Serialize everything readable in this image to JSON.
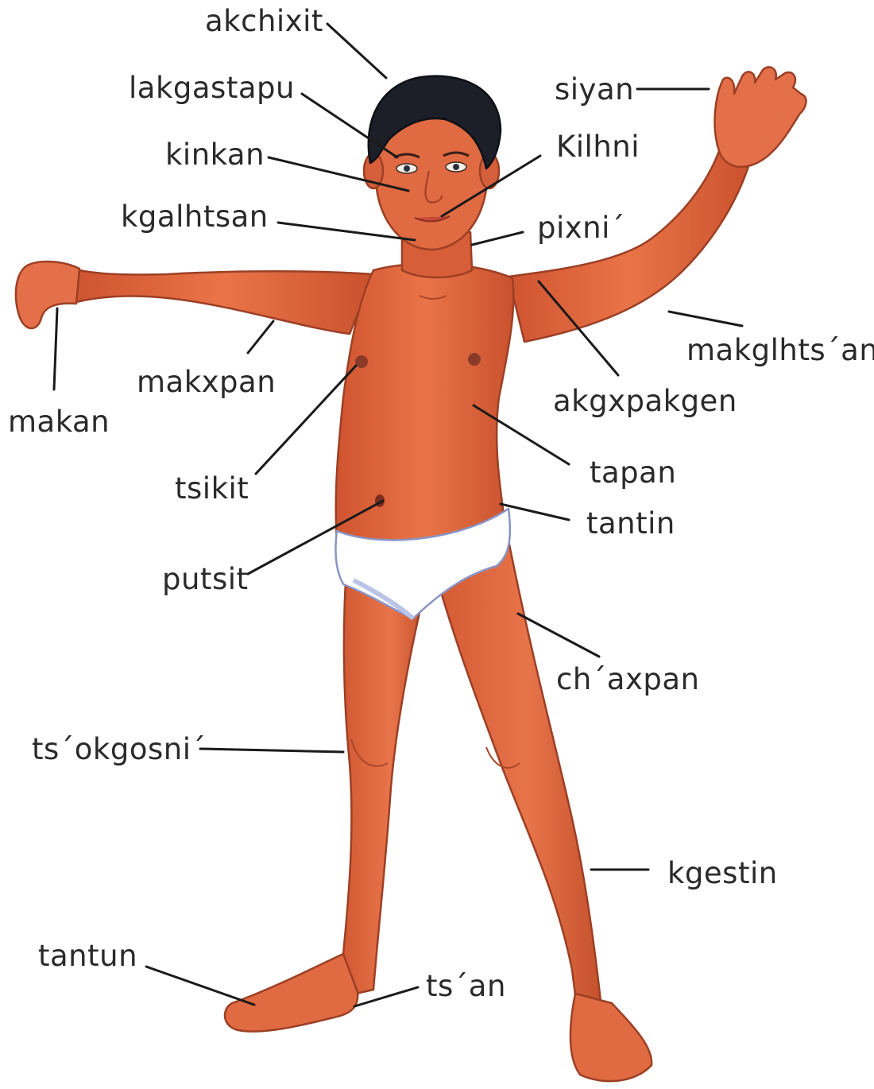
{
  "diagram": {
    "colors": {
      "skin": "#e0683f",
      "skin_shadow": "#b8482a",
      "skin_light": "#f08a5e",
      "hair": "#1c1f28",
      "briefs": "#ffffff",
      "briefs_shade": "#b9c4e6",
      "leader_line": "#1a1a1a",
      "label_text": "#2a2a2a"
    },
    "labels": {
      "akchixit": "akchixit",
      "lakgastapu": "lakgastapu",
      "kinkan": "kinkan",
      "kgalhtsan": "kgalhtsan",
      "siyan": "siyan",
      "kilhni": "Kilhni",
      "pixni": "pixni´",
      "makglhtsan": "makglhts´an",
      "makxpan": "makxpan",
      "makan": "makan",
      "akgxpakgen": "akgxpakgen",
      "tsikit": "tsikit",
      "tapan": "tapan",
      "tantin": "tantin",
      "putsit": "putsit",
      "chaxpan": "ch´axpan",
      "tsokgosni": "ts´okgosni´",
      "kgestin": "kgestin",
      "tantun": "tantun",
      "tsan": "ts´an"
    }
  }
}
